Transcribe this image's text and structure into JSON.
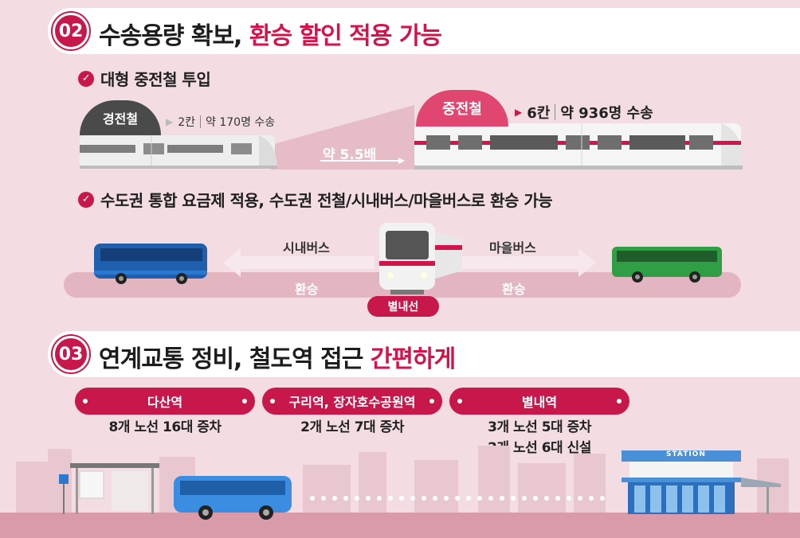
{
  "section2": {
    "number": "02",
    "title_plain": "수송용량 확보, ",
    "title_highlight": "환승 할인 적용 가능",
    "bullet1": "대형 중전철 투입",
    "light_rail": {
      "name": "경전철",
      "cars": "2칸",
      "capacity": "약 170명 수송"
    },
    "heavy_rail": {
      "name": "중전철",
      "cars": "6칸",
      "capacity": "약 936명 수송"
    },
    "ratio": "약 5.5배",
    "bullet2": "수도권 통합 요금제 적용, 수도권 전철/시내버스/마을버스로 환승 가능",
    "transfer": {
      "left_label": "시내버스",
      "right_label": "마을버스",
      "left_action": "환승",
      "right_action": "환승",
      "line_name": "별내선"
    }
  },
  "section3": {
    "number": "03",
    "title_plain": "연계교통 정비, 철도역 접근 ",
    "title_highlight": "간편하게",
    "stations": [
      {
        "name": "다산역",
        "lines": [
          "8개 노선 16대 증차"
        ]
      },
      {
        "name": "구리역, 장자호수공원역",
        "lines": [
          "2개 노선 7대 증차"
        ]
      },
      {
        "name": "별내역",
        "lines": [
          "3개 노선 5대 증차",
          "2개 노선 6대 신설"
        ]
      }
    ],
    "station_sign": "STATION"
  },
  "colors": {
    "accent": "#c8174a",
    "background": "#f3dde2",
    "city_bus": "#1f5fae",
    "village_bus": "#2f9e44"
  }
}
